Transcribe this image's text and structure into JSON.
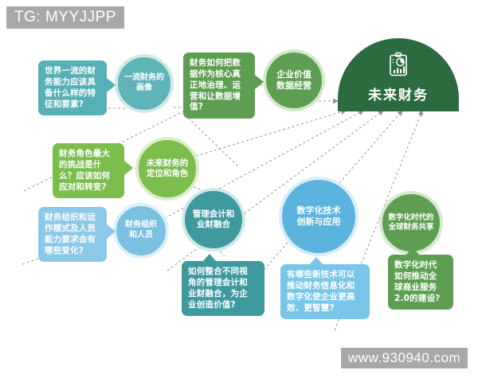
{
  "watermarks": {
    "tg": "TG: MYYJJPP",
    "site": "www.930940.com"
  },
  "goal": {
    "label": "未来财务",
    "icon": "clipboard-chart-icon",
    "color": "#2c6b3f"
  },
  "nodes": [
    {
      "id": "node-1",
      "label": "一流财务的\n画像",
      "label_line1": "一流财务的",
      "label_line2": "画像",
      "color": "#5fb4b8"
    },
    {
      "id": "node-2",
      "label": "企业价值\n数据经营",
      "label_line1": "企业价值",
      "label_line2": "数据经营",
      "color": "#5e9e52"
    },
    {
      "id": "node-3",
      "label": "未来财务的\n定位和角色",
      "label_line1": "未来财务的",
      "label_line2": "定位和角色",
      "color": "#7cbd4e"
    },
    {
      "id": "node-4",
      "label": "财务组织\n和人员",
      "label_line1": "财务组织",
      "label_line2": "和人员",
      "color": "#7bc0e0"
    },
    {
      "id": "node-5",
      "label": "管理会计和\n业财融合",
      "label_line1": "管理会计和",
      "label_line2": "业财融合",
      "color": "#3f9a9e"
    },
    {
      "id": "node-6",
      "label": "数字化技术\n创新与应用",
      "label_line1": "数字化技术",
      "label_line2": "创新与应用",
      "color": "#5ab4de"
    },
    {
      "id": "node-7",
      "label": "数字化时代的\n全球财务共享",
      "label_line1": "数字化时代的",
      "label_line2": "全球财务共享",
      "color": "#5e9e52"
    }
  ],
  "callouts": [
    {
      "id": "callout-1",
      "color": "#56b0b5",
      "lines": [
        "世界一流的财",
        "务能力应该具",
        "备什么样的特",
        "征和要素?"
      ],
      "text": "世界一流的财务能力应该具备什么样的特征和要素?"
    },
    {
      "id": "callout-2",
      "color": "#5e9e52",
      "lines": [
        "财务如何把数",
        "据作为核心真",
        "正地治理、运",
        "营和让数据增",
        "值?"
      ],
      "text": "财务如何把数据作为核心真正地治理、运营和让数据增值?"
    },
    {
      "id": "callout-3",
      "color": "#7cbd4e",
      "lines": [
        "财务角色最大",
        "的挑战是什",
        "么？应该如何",
        "应对和转变?"
      ],
      "text": "财务角色最大的挑战是什么？应该如何应对和转变?"
    },
    {
      "id": "callout-4",
      "color": "#8cc8e8",
      "lines": [
        "财务组织和运",
        "作模式及人员",
        "能力要求会有",
        "哪些变化?"
      ],
      "text": "财务组织和运作模式及人员能力要求会有哪些变化?"
    },
    {
      "id": "callout-5",
      "color": "#3f9a9e",
      "lines": [
        "如何整合不同视",
        "角的管理会计和",
        "业财融合，为企",
        "业创造价值?"
      ],
      "text": "如何整合不同视角的管理会计和业财融合，为企业创造价值?"
    },
    {
      "id": "callout-6",
      "color": "#79c6e8",
      "lines": [
        "有哪些新技术可以",
        "推动财务信息化和",
        "数字化使企业更高",
        "效、更智慧?"
      ],
      "text": "有哪些新技术可以推动财务信息化和数字化使企业更高效、更智慧?"
    },
    {
      "id": "callout-7",
      "color": "#5e9e52",
      "lines": [
        "数字化时代",
        "如何推动全",
        "球商业服务",
        "2.0的建设?"
      ],
      "text": "数字化时代如何推动全球商业服务2.0的建设?"
    }
  ],
  "colors": {
    "background": "#ffffff",
    "connector": "#9aa0a6",
    "watermark": "#a8a8a8"
  }
}
